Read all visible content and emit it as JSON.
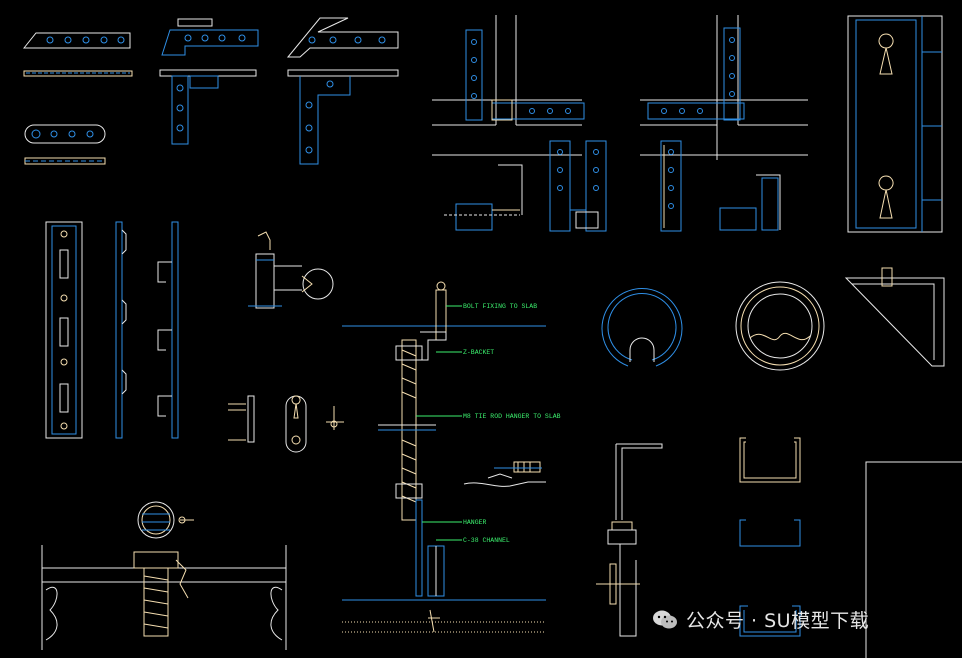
{
  "labels": {
    "bolt": "BOLT FIXING TO SLAB",
    "bracket": "Z-BACKET",
    "tie_rod": "M8 TIE ROD HANGER TO SLAB",
    "hanger": "HANGER",
    "channel": "C-38 CHANNEL"
  },
  "watermark": {
    "text": "公众号 · SU模型下载",
    "icon": "wechat-icon"
  },
  "colors": {
    "background": "#000000",
    "cyan": "#2f8fe6",
    "white": "#e8e8e8",
    "yellow": "#f5deb0",
    "green": "#3cf06e",
    "blue": "#3a6ff0"
  }
}
